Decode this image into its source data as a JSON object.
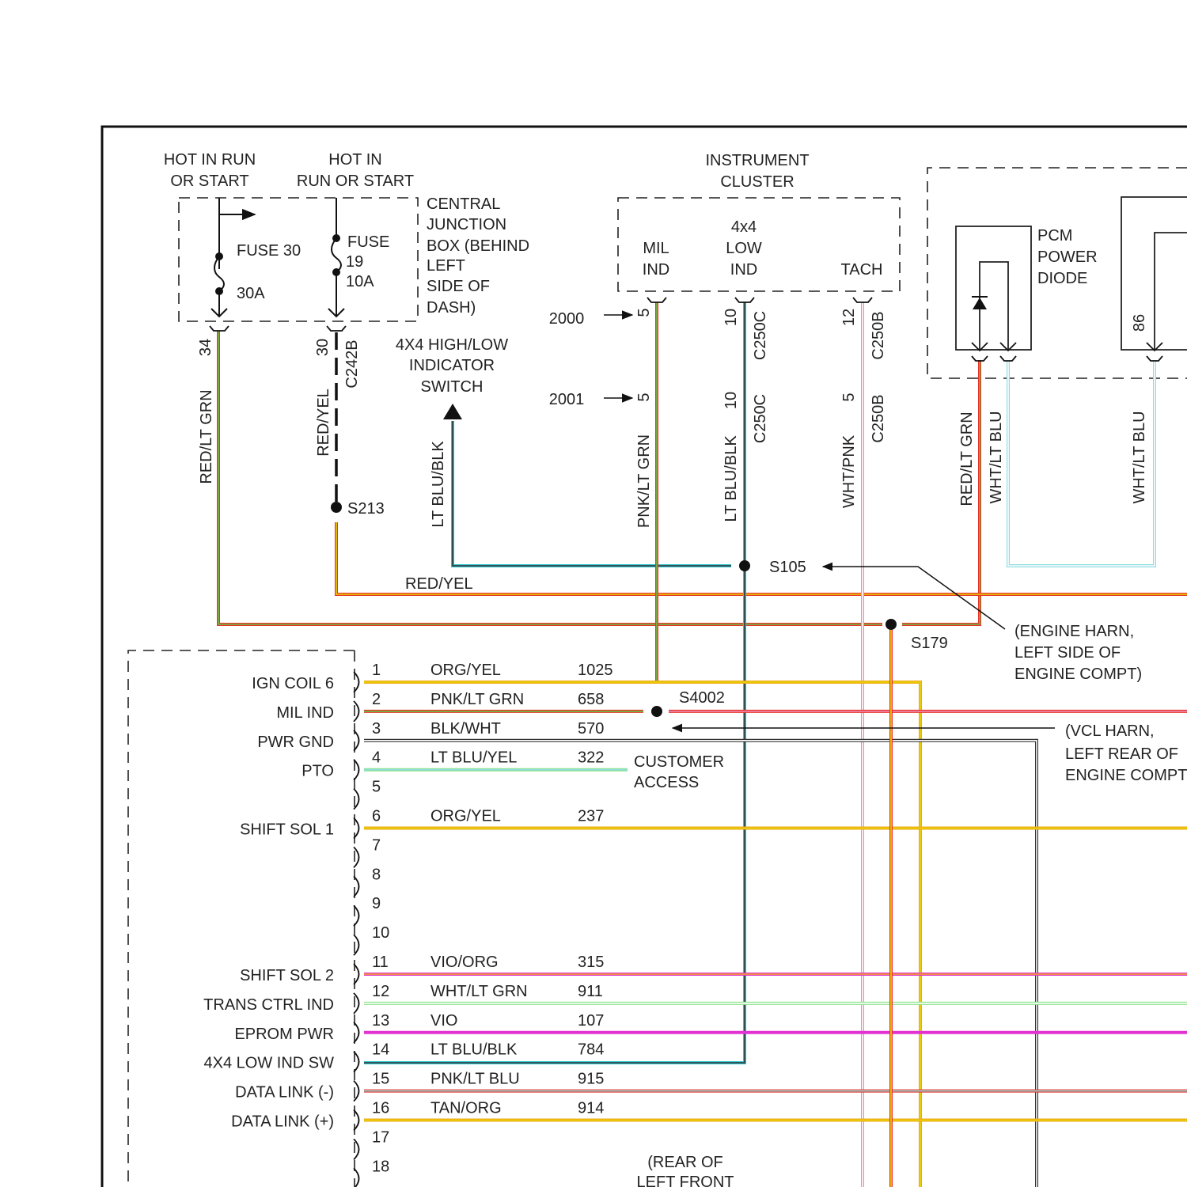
{
  "colors": {
    "red": "#e8342a",
    "yellow": "#e6d600",
    "green": "#62c247",
    "lt_green": "#8de28d",
    "lt_blu": "#2fc3cc",
    "pale_blu": "#8fdde0",
    "orange": "#f1a91b",
    "pink": "#ee89b2",
    "magenta": "#e232d2",
    "black": "#333333"
  },
  "labels": {
    "hot_run_start_1": "HOT IN RUN",
    "hot_run_start_2": "OR START",
    "hot_in_1": "HOT IN",
    "hot_in_2": "RUN OR START",
    "fuse30": "FUSE 30",
    "fuse30_amp": "30A",
    "fuse19_1": "FUSE",
    "fuse19_2": "19",
    "fuse19_3": "10A",
    "cjb_1": "CENTRAL",
    "cjb_2": "JUNCTION",
    "cjb_3": "BOX (BEHIND",
    "cjb_4": "LEFT",
    "cjb_5": "SIDE OF",
    "cjb_6": "DASH)",
    "cluster_1": "INSTRUMENT",
    "cluster_2": "CLUSTER",
    "mil_1": "MIL",
    "mil_2": "IND",
    "low_1": "4x4",
    "low_2": "LOW",
    "low_3": "IND",
    "tach": "TACH",
    "yr2000": "2000",
    "yr2001": "2001",
    "pin5a": "5",
    "pin5b": "5",
    "pin10a": "10",
    "pin10b": "10",
    "pin12": "12",
    "pin5c": "5",
    "c250c_a": "C250C",
    "c250c_b": "C250C",
    "c250b_a": "C250B",
    "c250b_b": "C250B",
    "pin34": "34",
    "pin30": "30",
    "c242b": "C242B",
    "sw_1": "4X4 HIGH/LOW",
    "sw_2": "INDICATOR",
    "sw_3": "SWITCH",
    "w_red_ltgrn": "RED/LT GRN",
    "w_red_yel_v": "RED/YEL",
    "w_ltblu_blk_sw": "LT BLU/BLK",
    "w_pnk_ltgrn": "PNK/LT GRN",
    "w_ltblu_blk": "LT BLU/BLK",
    "w_wht_pnk": "WHT/PNK",
    "w_red_ltgrn_r": "RED/LT GRN",
    "w_wht_ltblu_1": "WHT/LT BLU",
    "w_wht_ltblu_2": "WHT/LT BLU",
    "w_red_yel_h": "RED/YEL",
    "s213": "S213",
    "s105": "S105",
    "s179": "S179",
    "s4002": "S4002",
    "pcm_1": "PCM",
    "pcm_2": "POWER",
    "pcm_3": "DIODE",
    "pin86": "86",
    "eng_1": "(ENGINE HARN,",
    "eng_2": "LEFT SIDE OF",
    "eng_3": "ENGINE COMPT)",
    "vcl_1": "(VCL HARN,",
    "vcl_2": "LEFT REAR OF",
    "vcl_3": "ENGINE COMPT",
    "cust_1": "CUSTOMER",
    "cust_2": "ACCESS",
    "rear_1": "(REAR OF",
    "rear_2": "LEFT FRONT"
  },
  "pcm_pins": [
    {
      "pin": "1",
      "func": "IGN COIL 6",
      "wire": "ORG/YEL",
      "circuit": "1025"
    },
    {
      "pin": "2",
      "func": "MIL IND",
      "wire": "PNK/LT GRN",
      "circuit": "658"
    },
    {
      "pin": "3",
      "func": "PWR GND",
      "wire": "BLK/WHT",
      "circuit": "570"
    },
    {
      "pin": "4",
      "func": "PTO",
      "wire": "LT BLU/YEL",
      "circuit": "322"
    },
    {
      "pin": "5",
      "func": "",
      "wire": "",
      "circuit": ""
    },
    {
      "pin": "6",
      "func": "SHIFT SOL 1",
      "wire": "ORG/YEL",
      "circuit": "237"
    },
    {
      "pin": "7",
      "func": "",
      "wire": "",
      "circuit": ""
    },
    {
      "pin": "8",
      "func": "",
      "wire": "",
      "circuit": ""
    },
    {
      "pin": "9",
      "func": "",
      "wire": "",
      "circuit": ""
    },
    {
      "pin": "10",
      "func": "",
      "wire": "",
      "circuit": ""
    },
    {
      "pin": "11",
      "func": "SHIFT SOL 2",
      "wire": "VIO/ORG",
      "circuit": "315"
    },
    {
      "pin": "12",
      "func": "TRANS CTRL IND",
      "wire": "WHT/LT GRN",
      "circuit": "911"
    },
    {
      "pin": "13",
      "func": "EPROM PWR",
      "wire": "VIO",
      "circuit": "107"
    },
    {
      "pin": "14",
      "func": "4X4 LOW IND SW",
      "wire": "LT BLU/BLK",
      "circuit": "784"
    },
    {
      "pin": "15",
      "func": "DATA LINK (-)",
      "wire": "PNK/LT BLU",
      "circuit": "915"
    },
    {
      "pin": "16",
      "func": "DATA LINK (+)",
      "wire": "TAN/ORG",
      "circuit": "914"
    },
    {
      "pin": "17",
      "func": "",
      "wire": "",
      "circuit": ""
    },
    {
      "pin": "18",
      "func": "",
      "wire": "",
      "circuit": ""
    }
  ]
}
